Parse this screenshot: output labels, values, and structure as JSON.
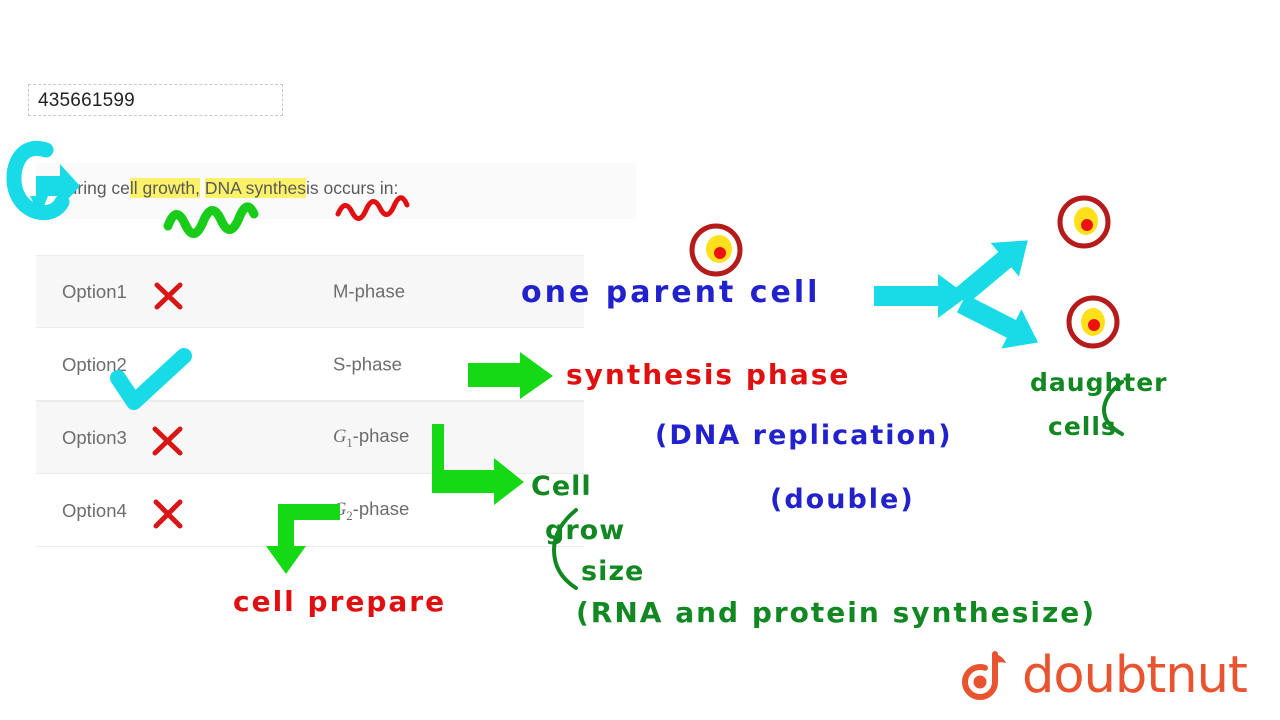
{
  "question_id": "435661599",
  "question": {
    "prefix": "During ce",
    "highlight1": "ll growth,",
    "mid": " ",
    "highlight2": "DNA synthes",
    "suffix": "is occurs in:",
    "full_text": "During cell growth, DNA synthesis occurs in:"
  },
  "options": [
    {
      "label": "Option1",
      "value_g": "M",
      "value_sub": "",
      "value_rest": "-phase",
      "mark": "cross",
      "mark_color": "#d81616"
    },
    {
      "label": "Option2",
      "value_g": "S",
      "value_sub": "",
      "value_rest": "-phase",
      "mark": "check",
      "mark_color": "#19dbe8"
    },
    {
      "label": "Option3",
      "value_g": "G",
      "value_sub": "1",
      "value_rest": "-phase",
      "mark": "cross",
      "mark_color": "#d81616"
    },
    {
      "label": "Option4",
      "value_g": "G",
      "value_sub": "2",
      "value_rest": "-phase",
      "mark": "cross",
      "mark_color": "#d81616"
    }
  ],
  "annotations": {
    "one_parent_cell": "one parent cell",
    "synthesis_phase": "synthesis phase",
    "dna_replication": "(DNA replication)",
    "double": "(double)",
    "daughter": "daughter",
    "cells": "cells",
    "cell": "Cell",
    "grow": "grow",
    "size": "size",
    "rna_protein": "(RNA and protein synthesize)",
    "cell_prepare": "cell prepare"
  },
  "colors": {
    "blue_ink": "#2222cc",
    "red_ink": "#e01010",
    "green_ink": "#118822",
    "cyan_arrow": "#19dbe8",
    "green_arrow": "#16d916",
    "highlight_yellow": "#fbf26a",
    "cell_membrane": "#b51b1b",
    "cell_cytoplasm": "#ffe01a",
    "cell_nucleus": "#ee1111",
    "brand_orange": "#e8542f",
    "question_text": "#5a5a5a"
  },
  "brand": {
    "name": "doubtnut"
  }
}
